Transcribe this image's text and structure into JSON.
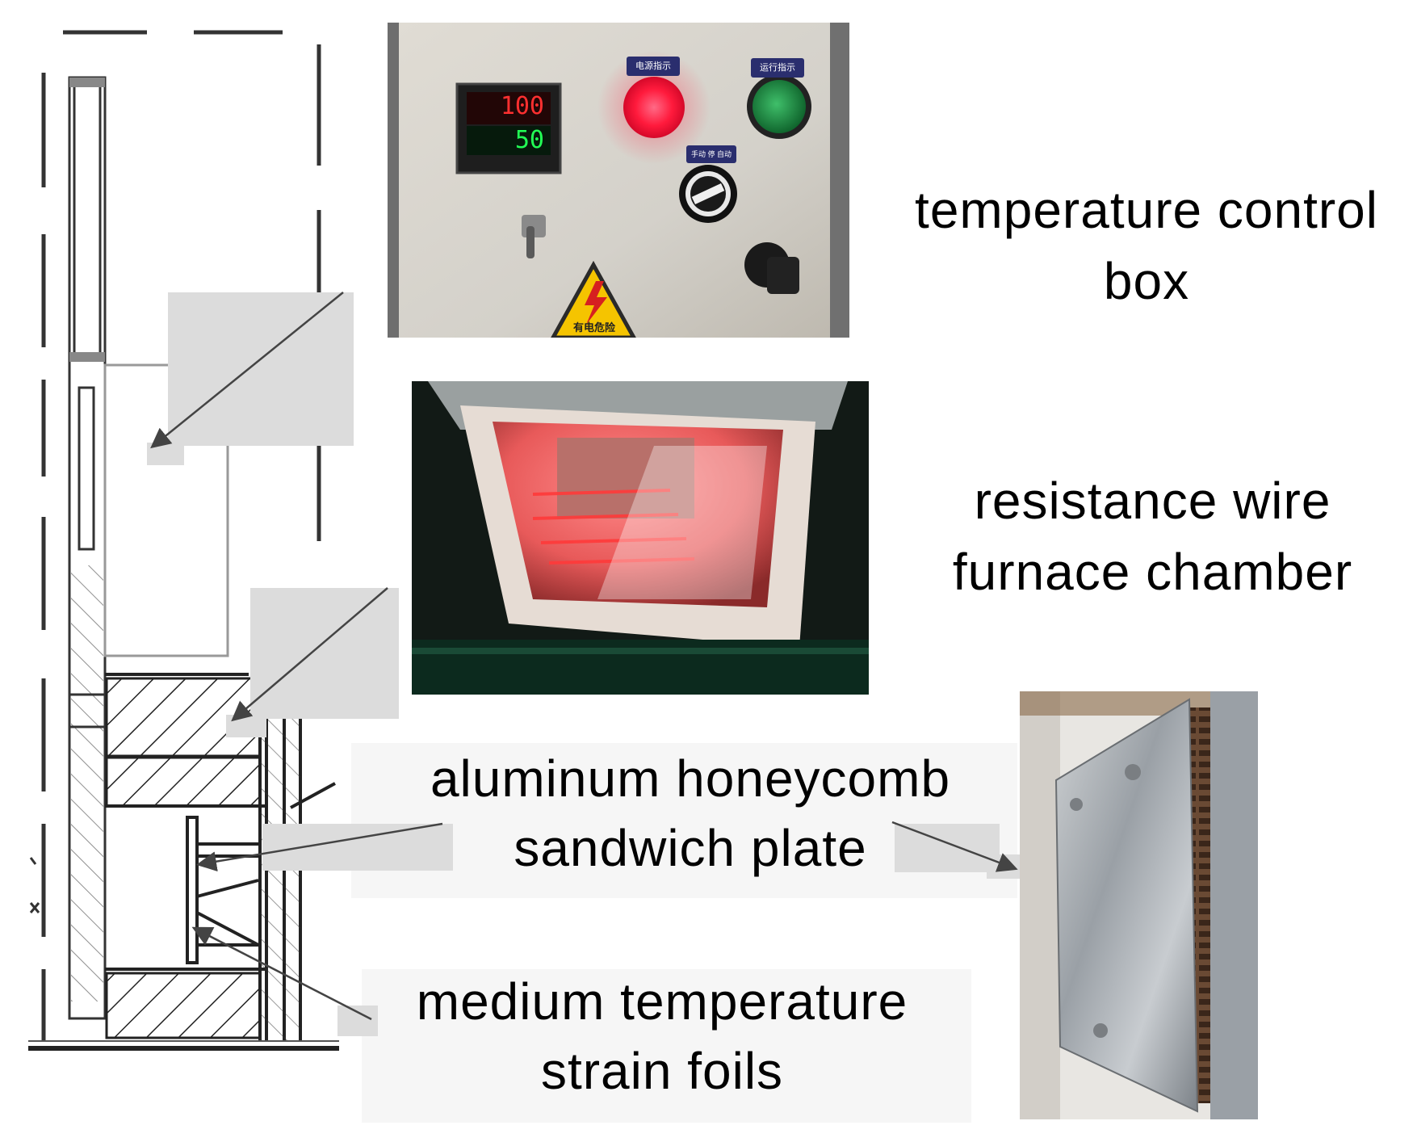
{
  "labels": {
    "temp_control_1": "temperature control",
    "temp_control_2": "box",
    "furnace_1": "resistance wire",
    "furnace_2": "furnace chamber",
    "honeycomb_1": "aluminum honeycomb",
    "honeycomb_2": "sandwich plate",
    "foils_1": "medium temperature",
    "foils_2": "strain foils"
  },
  "control_panel": {
    "display_top": "100",
    "display_bottom": "50",
    "power_tag": "电源指示",
    "run_tag": "运行指示",
    "switch_tag": "手动 停 自动",
    "warning_text": "有电危险"
  },
  "colors": {
    "panel": "#d9d6d0",
    "red_lamp": "#ff1a3c",
    "green_lamp": "#1a8a3a",
    "furnace_glow": "#ff6a6a",
    "plate": "#b8bcc2",
    "warning": "#f5c400"
  }
}
